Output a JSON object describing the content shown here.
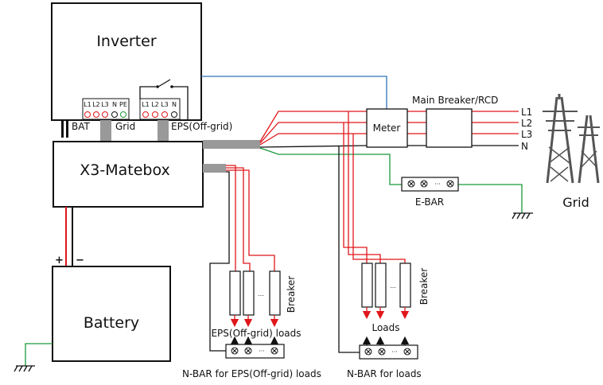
{
  "inverter": {
    "title": "Inverter",
    "grid_terminals": [
      "L1",
      "L2",
      "L3",
      "N",
      "PE"
    ],
    "eps_terminals": [
      "L1",
      "L2",
      "L3",
      "N"
    ],
    "bat_label": "BAT",
    "grid_label": "Grid",
    "eps_label": "EPS(Off-grid)"
  },
  "matebox": {
    "title": "X3-Matebox"
  },
  "battery": {
    "title": "Battery",
    "plus": "+",
    "minus": "−"
  },
  "meter": {
    "label": "Meter"
  },
  "main_breaker": {
    "label": "Main Breaker/RCD",
    "lines": [
      "L1",
      "L2",
      "L3",
      "N"
    ]
  },
  "grid": {
    "label": "Grid"
  },
  "ebar": {
    "label": "E-BAR",
    "dots": "···"
  },
  "eps_loads": {
    "breaker_label": "Breaker",
    "dots": "...",
    "loads_label": "EPS(Off-grid) loads",
    "nbar_label": "N-BAR for EPS(Off-grid) loads",
    "nbar_dots": "···"
  },
  "loads": {
    "breaker_label": "Breaker",
    "dots": "...",
    "loads_label": "Loads",
    "nbar_label": "N-BAR for loads",
    "nbar_dots": "···"
  },
  "colors": {
    "line": "#e0161b",
    "neutral": "#111111",
    "earth": "#1a9a3a",
    "comm": "#2f74b5",
    "busbar": "#999999"
  }
}
